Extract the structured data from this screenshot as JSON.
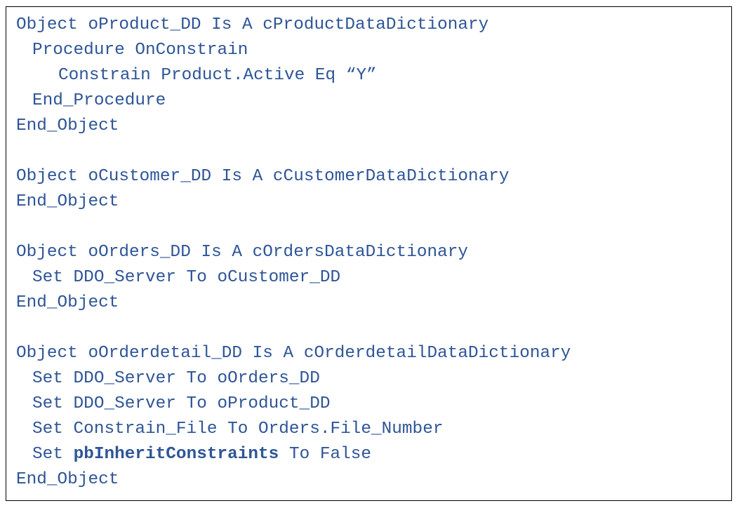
{
  "code_lines": [
    "Object oProduct_DD Is A cProductDataDictionary",
    "Procedure OnConstrain",
    "Constrain Product.Active Eq “Y”",
    "End_Procedure",
    "End_Object",
    "",
    "Object oCustomer_DD Is A cCustomerDataDictionary",
    "End_Object",
    "",
    "Object oOrders_DD Is A cOrdersDataDictionary",
    "Set DDO_Server To oCustomer_DD",
    "End_Object",
    "",
    "Object oOrderdetail_DD Is A cOrderdetailDataDictionary",
    "Set DDO_Server To oOrders_DD",
    "Set DDO_Server To oProduct_DD",
    "Set Constrain_File To Orders.File_Number",
    {
      "pre": "Set ",
      "bold": "pbInheritConstraints",
      "post": " To False"
    },
    "End_Object"
  ],
  "colors": {
    "text": "#2E5597",
    "border": "#000000"
  }
}
